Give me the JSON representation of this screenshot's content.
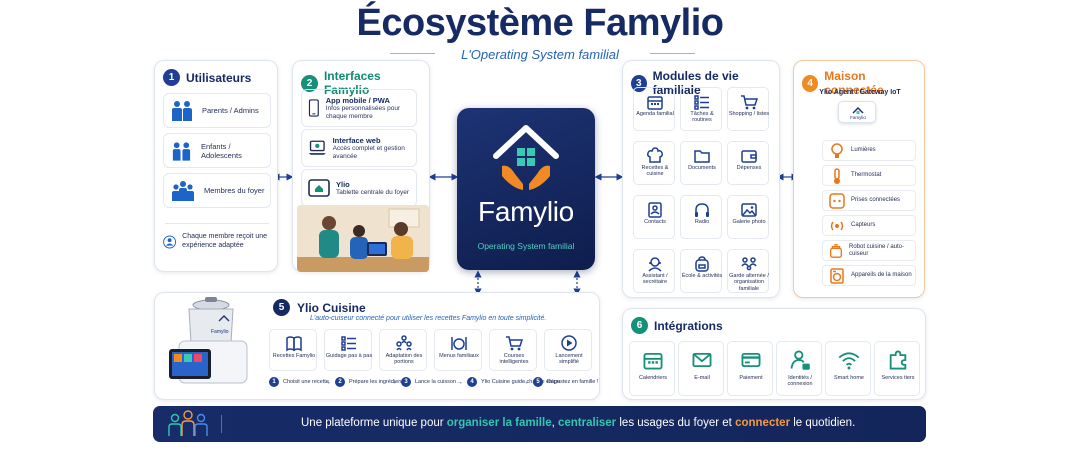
{
  "header": {
    "title": "Écosystème Famylio",
    "subtitle": "L'Operating System familial"
  },
  "users": {
    "number": "1",
    "title": "Utilisateurs",
    "items": [
      {
        "label": "Parents / Admins",
        "icon": "parents-icon"
      },
      {
        "label": "Enfants / Adolescents",
        "icon": "children-icon"
      },
      {
        "label": "Membres du foyer",
        "icon": "household-icon"
      }
    ],
    "note": "Chaque membre reçoit une expérience adaptée"
  },
  "interfaces": {
    "number": "2",
    "title": "Interfaces Famylio",
    "items": [
      {
        "title": "App mobile / PWA",
        "desc": "Infos personnalisées pour chaque membre",
        "icon": "smartphone-icon"
      },
      {
        "title": "Interface web",
        "desc": "Accès complet et gestion avancée",
        "icon": "laptop-icon"
      },
      {
        "title": "Ylio",
        "desc": "Tablette centrale du foyer",
        "icon": "tablet-icon"
      }
    ]
  },
  "center": {
    "brand": "Famylio",
    "tagline": "Operating System familial"
  },
  "modules": {
    "number": "3",
    "title": "Modules de vie familiale",
    "items": [
      {
        "label": "Agenda familial",
        "icon": "calendar-icon"
      },
      {
        "label": "Tâches & routines",
        "icon": "checklist-icon"
      },
      {
        "label": "Shopping / listes",
        "icon": "cart-icon"
      },
      {
        "label": "Recettes & cuisine",
        "icon": "chef-hat-icon"
      },
      {
        "label": "Documents",
        "icon": "folder-icon"
      },
      {
        "label": "Dépenses",
        "icon": "wallet-icon"
      },
      {
        "label": "Contacts",
        "icon": "contacts-icon"
      },
      {
        "label": "Radio",
        "icon": "headphones-icon"
      },
      {
        "label": "Galerie photo",
        "icon": "photo-icon"
      },
      {
        "label": "Assistant / secrétaire",
        "icon": "assistant-icon"
      },
      {
        "label": "École & activités",
        "icon": "backpack-icon"
      },
      {
        "label": "Garde alternée / organisation familiale",
        "icon": "custody-icon"
      }
    ]
  },
  "home": {
    "number": "4",
    "title": "Maison connectée",
    "gateway_title": "Ylio Agent / Gateway IoT",
    "gateway_label": "Famylio",
    "devices": [
      {
        "label": "Lumières",
        "icon": "bulb-icon"
      },
      {
        "label": "Thermostat",
        "icon": "thermometer-icon"
      },
      {
        "label": "Prises connectées",
        "icon": "plug-icon"
      },
      {
        "label": "Capteurs",
        "icon": "sensor-icon"
      },
      {
        "label": "Robot cuisine / auto-cuiseur",
        "icon": "cooker-icon"
      },
      {
        "label": "Appareils de la maison",
        "icon": "washer-icon"
      }
    ]
  },
  "cuisine": {
    "number": "5",
    "title": "Ylio Cuisine",
    "subtitle": "L'auto-cuiseur connecté pour utiliser les recettes Famylio en toute simplicité.",
    "robot_brand": "Famylio",
    "features": [
      {
        "label": "Recettes Famylio",
        "icon": "book-icon"
      },
      {
        "label": "Guidage pas à pas",
        "icon": "steps-icon"
      },
      {
        "label": "Adaptation des portions",
        "icon": "portions-icon"
      },
      {
        "label": "Menus familiaux",
        "icon": "menu-icon"
      },
      {
        "label": "Courses intelligentes",
        "icon": "cart-icon"
      },
      {
        "label": "Lancement simplifié",
        "icon": "play-icon"
      }
    ],
    "steps": [
      {
        "n": "1",
        "label": "Choisit une recette"
      },
      {
        "n": "2",
        "label": "Prépare les ingrédients"
      },
      {
        "n": "3",
        "label": "Lance la cuisson"
      },
      {
        "n": "4",
        "label": "Ylio Cuisine guide chaque étape"
      },
      {
        "n": "5",
        "label": "Dégustez en famille !"
      }
    ]
  },
  "integrations": {
    "number": "6",
    "title": "Intégrations",
    "items": [
      {
        "label": "Calendriers",
        "icon": "calendar-icon"
      },
      {
        "label": "E-mail",
        "icon": "mail-icon"
      },
      {
        "label": "Paiement",
        "icon": "card-icon"
      },
      {
        "label": "Identités / connexion",
        "icon": "identity-icon"
      },
      {
        "label": "Smart home",
        "icon": "wifi-icon"
      },
      {
        "label": "Services tiers",
        "icon": "puzzle-icon"
      }
    ]
  },
  "banner": {
    "part1": "Une plateforme unique pour ",
    "hl1": "organiser la famille",
    "part2": ", ",
    "hl2": "centraliser",
    "part3": " les usages du foyer et ",
    "hl3": "connecter",
    "part4": " le quotidien."
  },
  "colors": {
    "navy": "#162a63",
    "teal": "#159079",
    "orange": "#f08a24",
    "blue": "#2563b8"
  }
}
